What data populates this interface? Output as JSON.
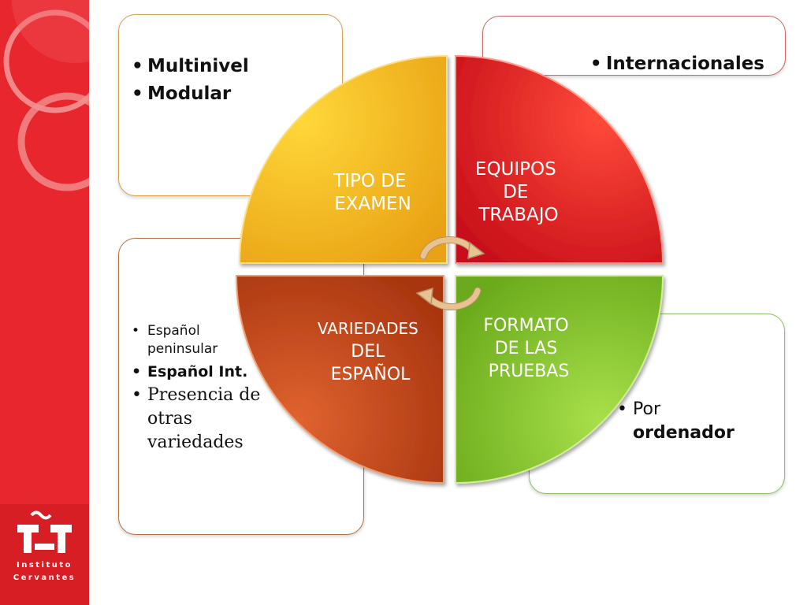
{
  "logo": {
    "line1": "Instituto",
    "line2": "Cervantes"
  },
  "quadrants": {
    "top_left": {
      "lines": [
        "TIPO DE",
        "EXAMEN"
      ],
      "color": "#f5b820"
    },
    "top_right": {
      "lines": [
        "EQUIPOS",
        "DE",
        "TRABAJO"
      ],
      "color": "#e0151f"
    },
    "bottom_left": {
      "lines": [
        "VARIEDADES",
        "DEL",
        "ESPAÑOL"
      ],
      "color": "#c2481b"
    },
    "bottom_right": {
      "lines": [
        "FORMATO",
        "DE LAS",
        "PRUEBAS"
      ],
      "color": "#8ccf2e"
    }
  },
  "panels": {
    "top_left": {
      "items": [
        "Multinivel",
        "Modular"
      ]
    },
    "top_right": {
      "items": [
        "Internacionales"
      ]
    },
    "bottom_left": {
      "item1": "Español peninsular",
      "item2": "Español Int.",
      "item3": "Presencia de otras variedades"
    },
    "bottom_right": {
      "item1_prefix": "Por",
      "item1_bold": "ordenador"
    }
  },
  "colors": {
    "sidebar": "#e8262d",
    "arrow": "#e9c79a"
  }
}
